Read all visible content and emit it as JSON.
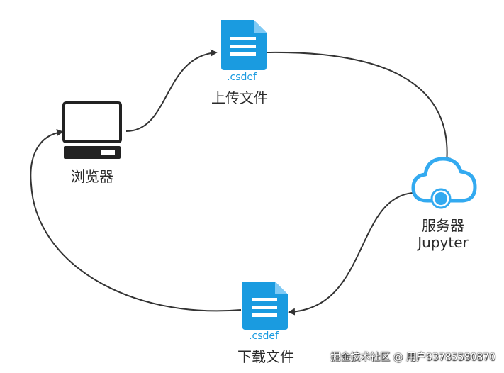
{
  "nodes": {
    "browser": {
      "label": "浏览器"
    },
    "upload": {
      "ext": ".csdef",
      "label": "上传文件"
    },
    "server": {
      "label_1": "服务器",
      "label_2": "Jupyter"
    },
    "download": {
      "ext": ".csdef",
      "label": "下载文件"
    }
  },
  "watermark": "掘金技术社区 @ 用户93785580870",
  "colors": {
    "icon_blue": "#1a9be0",
    "cloud_blue": "#33aaf0",
    "monitor": "#222222",
    "arrow": "#333333"
  },
  "icons": {
    "browser": "computer-monitor-icon",
    "upload": "document-icon",
    "server": "cloud-icon",
    "download": "document-icon"
  }
}
